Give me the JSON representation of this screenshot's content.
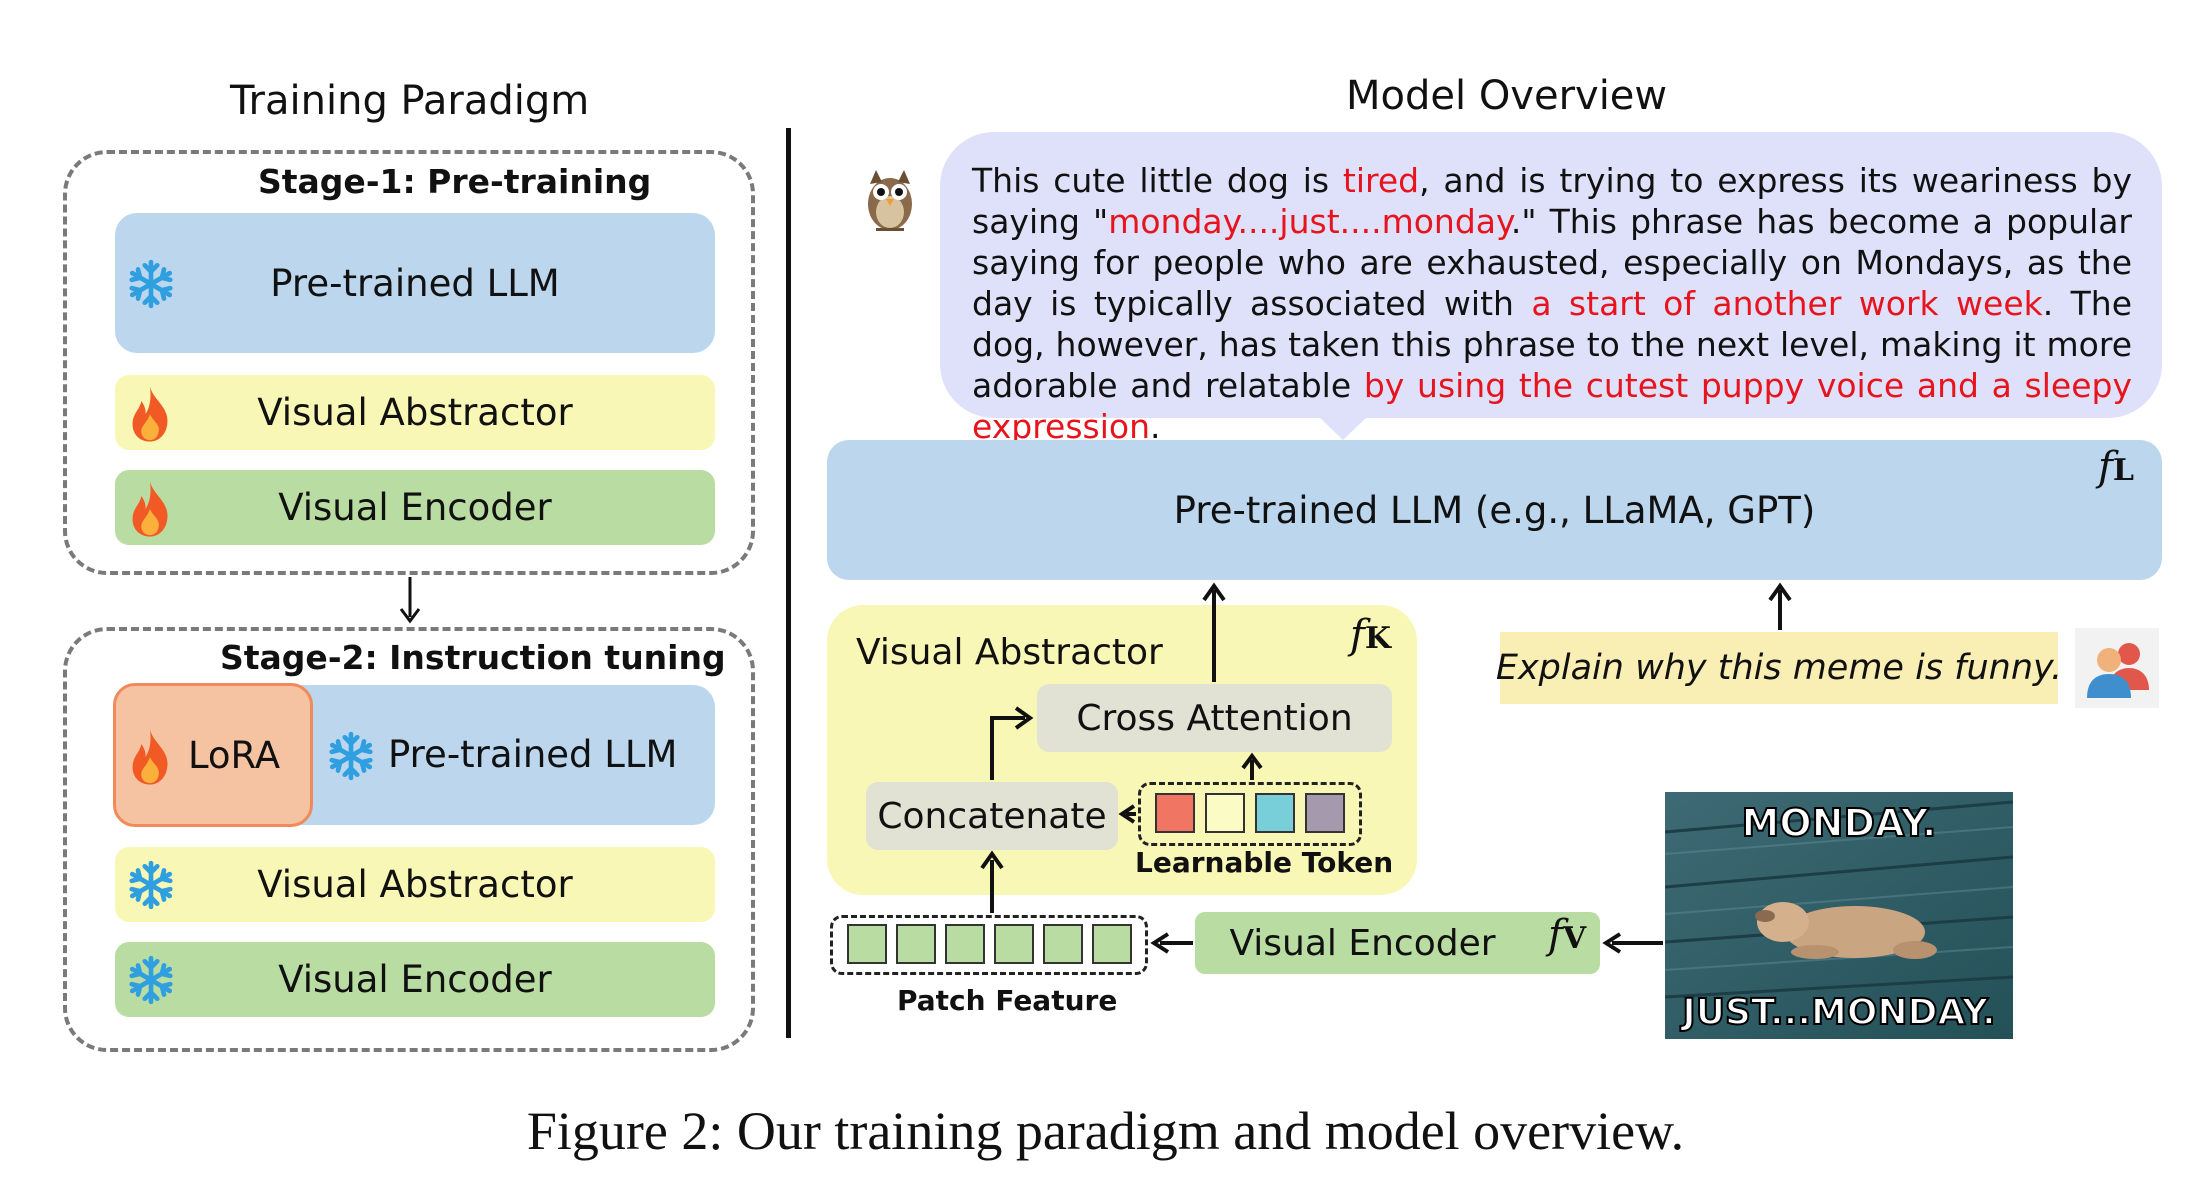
{
  "left": {
    "title": "Training Paradigm",
    "stage1": {
      "title": "Stage-1: Pre-training",
      "llm": "Pre-trained  LLM",
      "abstractor": "Visual Abstractor",
      "encoder": "Visual Encoder"
    },
    "stage2": {
      "title": "Stage-2: Instruction tuning",
      "lora": "LoRA",
      "llm": "Pre-trained  LLM",
      "abstractor": "Visual Abstractor",
      "encoder": "Visual Encoder"
    }
  },
  "right": {
    "title": "Model Overview",
    "response": {
      "p1": "This cute little dog is ",
      "r1": "tired",
      "p2": ", and is trying to express its weariness by saying \"",
      "r2": "monday....just....monday",
      "p3": ".\" This phrase has become a popular saying for people who are exhausted, especially on Mondays, as the day is typically associated with ",
      "r3": "a start of another work week",
      "p4": ". The dog, however, has taken this phrase to the next level, making it more adorable and relatable ",
      "r4": "by using the cutest puppy voice and a sleepy expression",
      "p5": "."
    },
    "llm_label": "Pre-trained  LLM (e.g., LLaMA, GPT)",
    "llm_symbol": "f",
    "llm_sub": "L",
    "abstractor_label": "Visual Abstractor",
    "abstractor_symbol": "f",
    "abstractor_sub": "K",
    "cross_attention": "Cross Attention",
    "concatenate": "Concatenate",
    "learnable_token": "Learnable Token",
    "patch_feature": "Patch Feature",
    "encoder_label": "Visual Encoder",
    "encoder_symbol": "f",
    "encoder_sub": "V",
    "prompt": "Explain why this meme is funny.",
    "meme_top": "MONDAY.",
    "meme_bottom": "JUST...MONDAY."
  },
  "colors": {
    "blue": "#bcd6ee",
    "yellow": "#f8f7b5",
    "green": "#b9dca2",
    "lora": "#f6c3a2",
    "bubble": "#dfe1fb",
    "token_red": "#f07563",
    "token_yellow": "#fbfbc5",
    "token_cyan": "#78cfd9",
    "token_purple": "#a599ad",
    "text_red": "#e8141d"
  },
  "icons": [
    "snowflake-icon",
    "flame-icon",
    "owl-icon",
    "users-icon",
    "dog-meme-image"
  ],
  "caption": "Figure 2: Our training paradigm and model overview."
}
